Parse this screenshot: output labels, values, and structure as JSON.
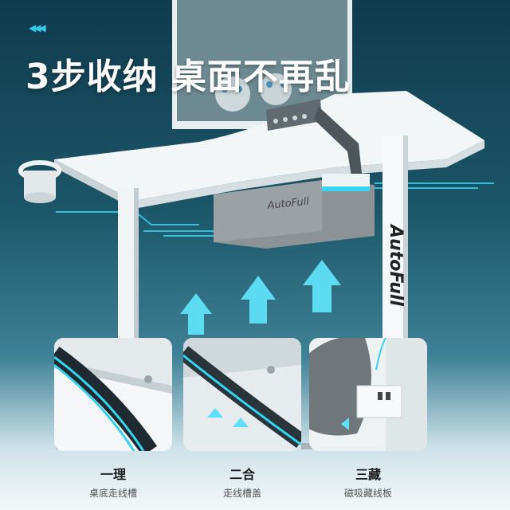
{
  "headline": "3步收纳  桌面不再乱",
  "brand": "AutoFull",
  "features": [
    {
      "title": "一理",
      "subtitle": "桌底走线槽"
    },
    {
      "title": "二合",
      "subtitle": "走线槽盖"
    },
    {
      "title": "三藏",
      "subtitle": "磁吸藏线板"
    }
  ]
}
